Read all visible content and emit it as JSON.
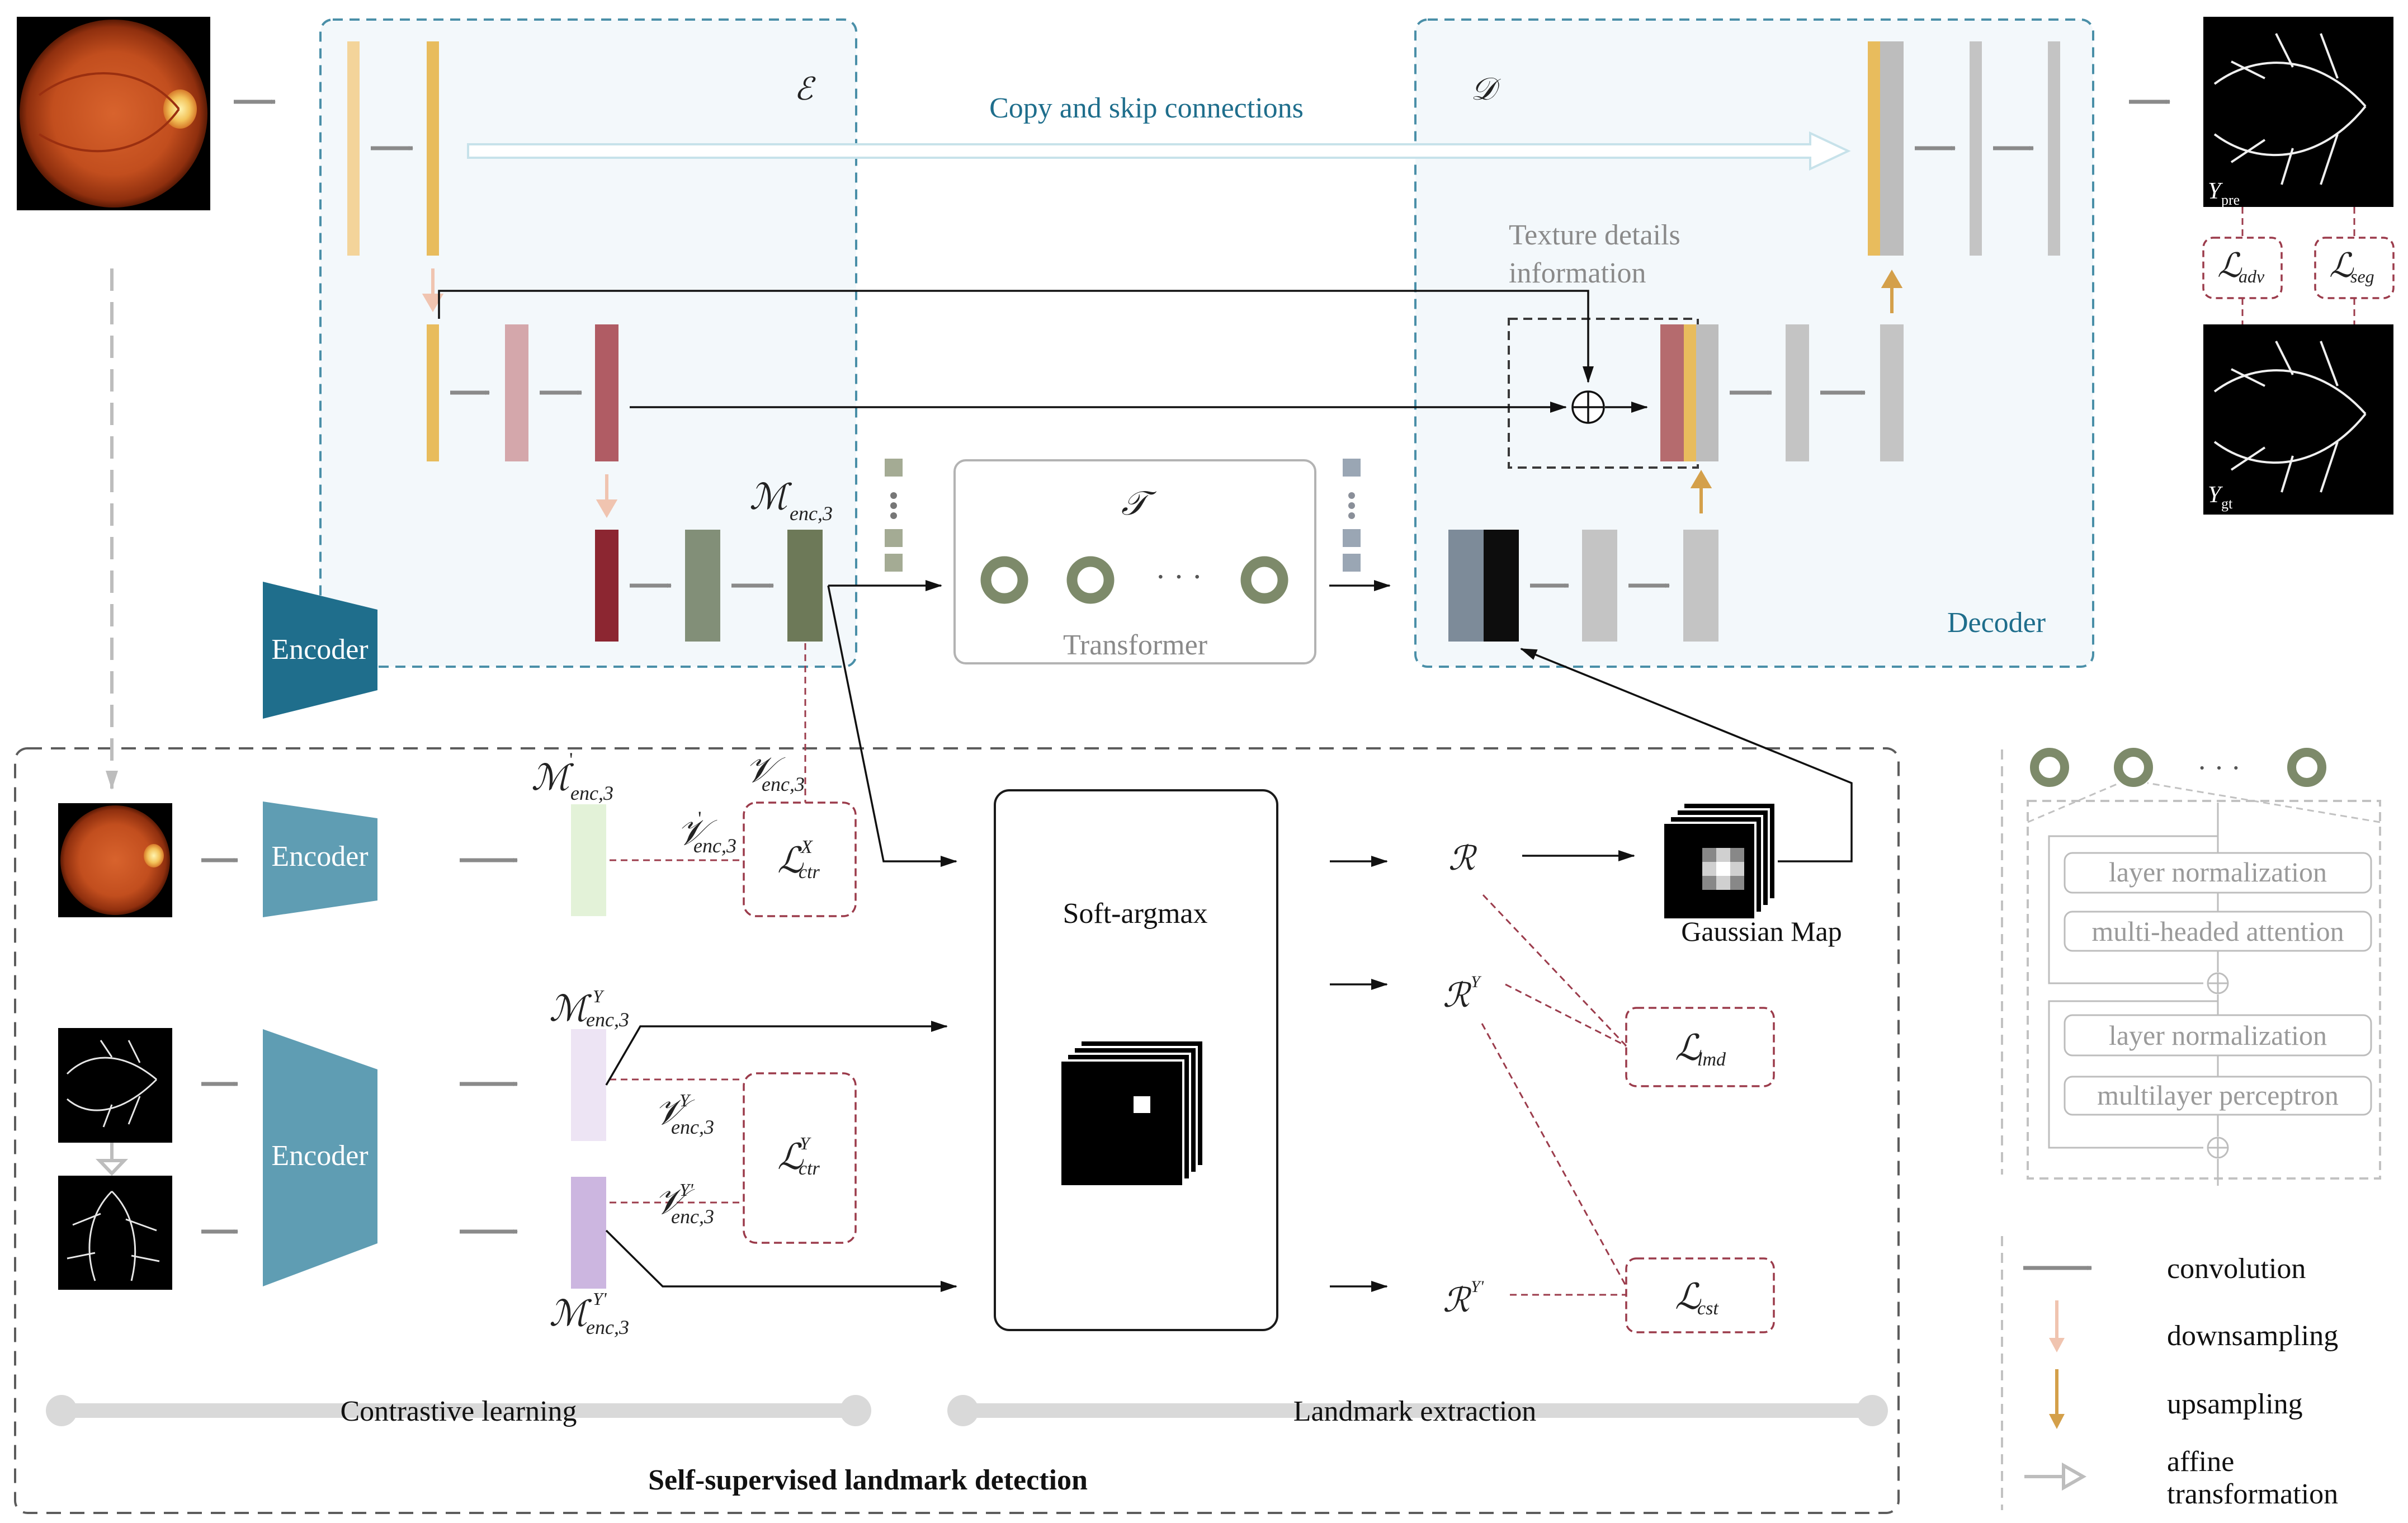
{
  "colors": {
    "panel_border": "#4a8fa8",
    "panel_fill": "#f3f8fb",
    "encoder_dark": "#1f6e8c",
    "encoder_light": "#5f9db3",
    "loss_border": "#9b3b4b",
    "teal_text": "#1f6e8c",
    "arrow_gray": "#8a8a8a",
    "down_arrow": "#f0c4b0",
    "up_arrow": "#d4a04a"
  },
  "icons": {
    "residual_add": "circle-plus-icon",
    "token": "ring-token-icon",
    "gaussian_map": "gaussian-map-icon",
    "heatmap_stack": "heatmap-stack-icon"
  },
  "texts": {
    "copy_skip": "Copy and skip connections",
    "texture": [
      "Texture details",
      "information"
    ],
    "encoder_dark": "Encoder",
    "encoder_a": "Encoder",
    "encoder_b": "Encoder",
    "decoder": "Decoder",
    "transformer": "Transformer",
    "soft_argmax": "Soft-argmax",
    "gaussian_map": "Gaussian Map",
    "contrastive_learning": "Contrastive learning",
    "landmark_extraction": "Landmark extraction",
    "self_supervised": "Self-supervised landmark detection",
    "dots": "· · ·"
  },
  "symbols": {
    "E": "ℰ",
    "D": "𝒟",
    "T": "𝒯",
    "M": "ℳ",
    "V": "𝒱",
    "R": "ℛ",
    "L": "ℒ",
    "enc3": "enc,3",
    "prime": "'",
    "X": "X",
    "Y": "Y",
    "Yprime": "Y'",
    "ctr": "ctr",
    "adv": "adv",
    "seg": "seg",
    "lmd": "lmd",
    "cst": "cst",
    "pre": "pre",
    "gt": "gt"
  },
  "transformer_block": {
    "layer_norm_1": "layer normalization",
    "attention": "multi-headed attention",
    "layer_norm_2": "layer normalization",
    "mlp": "multilayer perceptron",
    "dots": "· · ·"
  },
  "legend": [
    {
      "label": "convolution"
    },
    {
      "label": "downsampling"
    },
    {
      "label": "upsampling"
    },
    {
      "label": "affine"
    },
    {
      "label": "transformation"
    }
  ]
}
